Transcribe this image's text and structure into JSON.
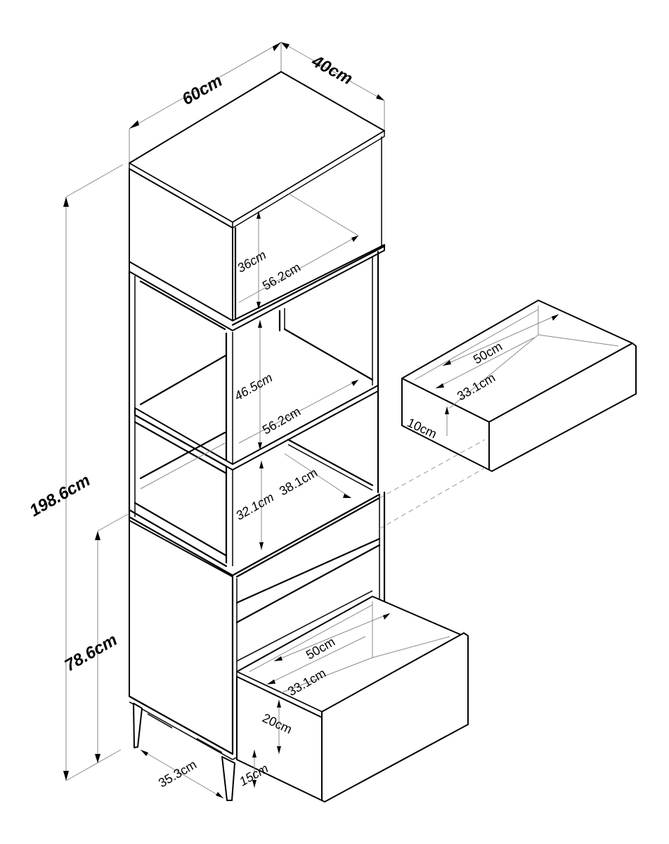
{
  "diagram": {
    "subject": "Tall storage unit with open shelves and drawers",
    "overall": {
      "width": "60cm",
      "depth": "40cm",
      "height": "198.6cm",
      "lower_cabinet_height": "78.6cm"
    },
    "top_compartment": {
      "height": "36cm",
      "inner_width": "56.2cm"
    },
    "middle_shelf": {
      "height": "46.5cm",
      "inner_width": "56.2cm"
    },
    "lower_shelf": {
      "height": "32.1cm",
      "inner_depth": "38.1cm"
    },
    "small_drawer": {
      "inner_width": "50cm",
      "inner_depth": "33.1cm",
      "height": "10cm"
    },
    "large_drawer": {
      "inner_width": "50cm",
      "inner_depth": "33.1cm",
      "height": "20cm"
    },
    "legs": {
      "leg_span": "35.3cm",
      "leg_height": "15cm"
    }
  }
}
